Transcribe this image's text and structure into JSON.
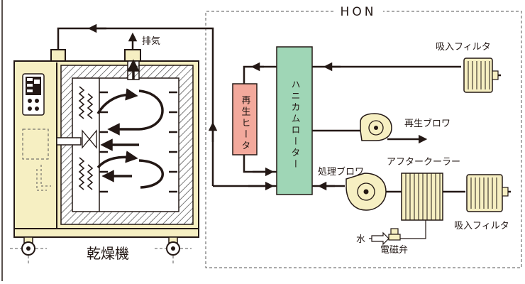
{
  "labels": {
    "hon": "HON",
    "exhaust": "排気",
    "intake_filter_top": "吸入フィルタ",
    "intake_filter_bottom": "吸入フィルタ",
    "regen_heater": "再生ヒータ",
    "honeycomb_rotor": "ハニカムローター",
    "regen_blower": "再生ブロワ",
    "after_cooler": "アフタークーラー",
    "process_blower": "処理ブロワ",
    "water": "水",
    "solenoid_valve": "電磁弁",
    "dryer": "乾燥機"
  },
  "colors": {
    "line": "#231815",
    "dryer_body": "#f6efc2",
    "heater_fill": "#f3a99c",
    "rotor_fill": "#9fd6b6",
    "equipment_fill": "#f6efc2",
    "hatch": "#444444",
    "background": "#ffffff"
  }
}
